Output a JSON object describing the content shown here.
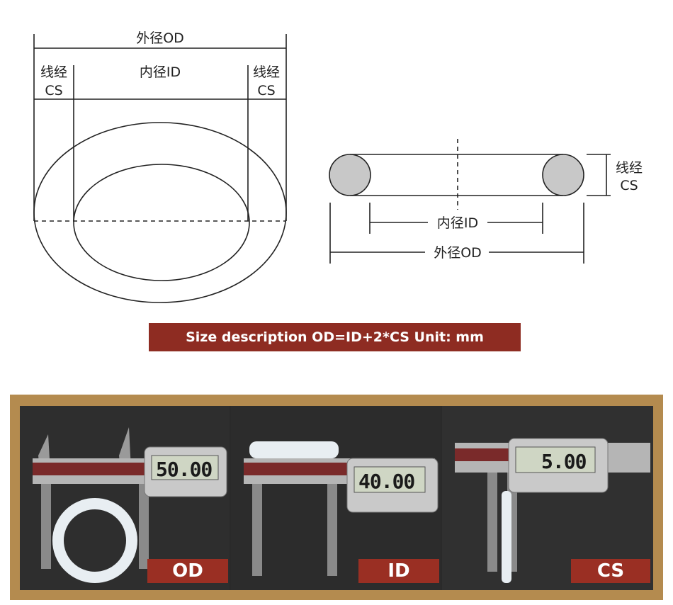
{
  "diagram": {
    "od_label": "外径OD",
    "id_label": "内径ID",
    "cs_label_line1": "线经",
    "cs_label_line2": "CS"
  },
  "banner": {
    "text": "Size description OD=ID+2*CS Unit: mm"
  },
  "photos": [
    {
      "reading": "50.00",
      "tag": "OD"
    },
    {
      "reading": "40.00",
      "tag": "ID"
    },
    {
      "reading": "5.00",
      "tag": "CS"
    }
  ],
  "colors": {
    "accent": "#8e2c22",
    "frame": "#b48b4f"
  }
}
